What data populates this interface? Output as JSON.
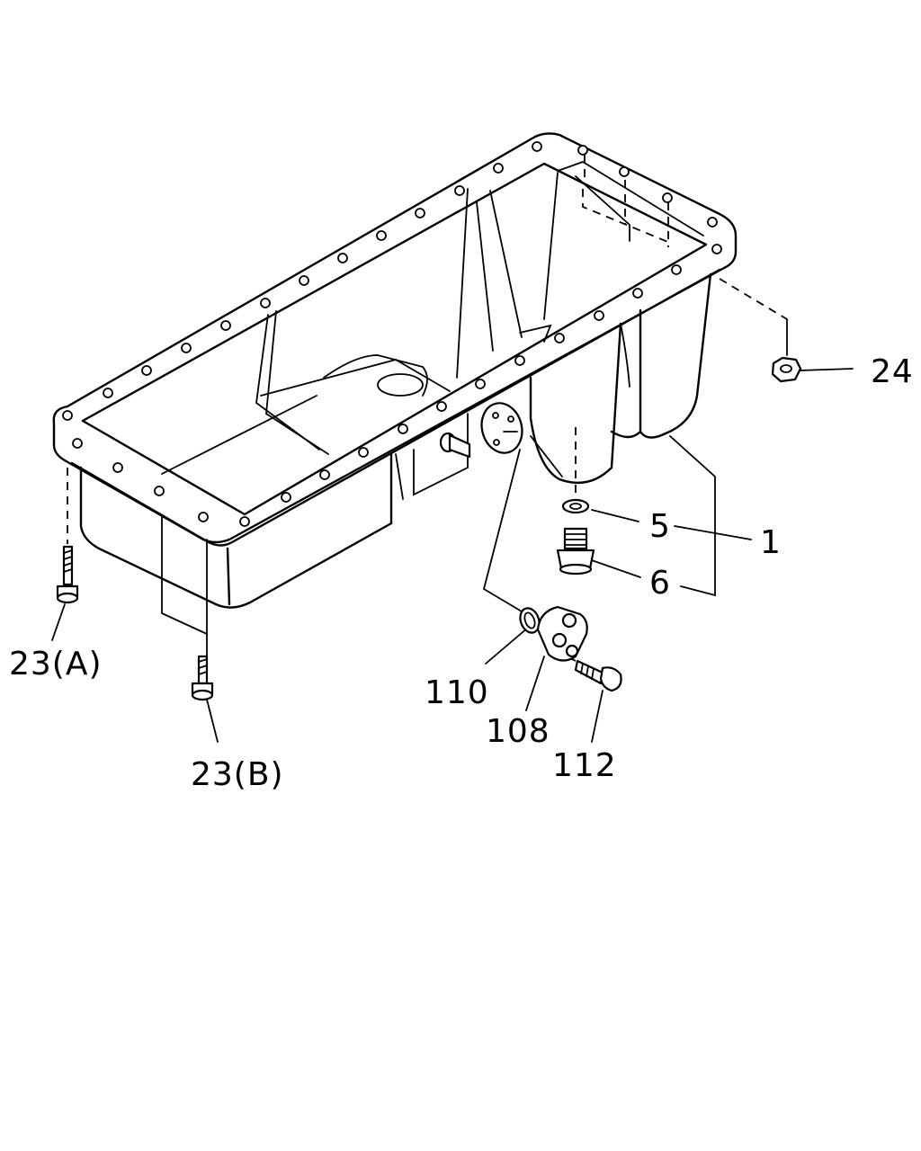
{
  "labels": {
    "p1": "1",
    "p5": "5",
    "p6": "6",
    "p23a": "23(A)",
    "p23b": "23(B)",
    "p24": "24",
    "p108": "108",
    "p110": "110",
    "p112": "112"
  }
}
